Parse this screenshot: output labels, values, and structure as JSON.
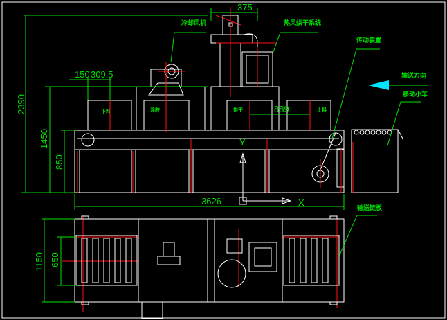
{
  "colors": {
    "background": "#000000",
    "outline": "#ffffff",
    "dimension": "#00e000",
    "centerline": "#ff1010",
    "arrow": "#00e5ff"
  },
  "labels": {
    "cooling_fan": "冷却风机",
    "hot_air_dryer": "热风烘干系统",
    "drive_unit": "传动装置",
    "conveying_direction": "输送方向",
    "moving_cart": "移动小车",
    "conveyor_plate": "输送链板",
    "station_unload": "下料",
    "station_glue": "涂胶",
    "station_dry": "烘干",
    "station_load": "上料",
    "axis_y": "Y",
    "axis_x": "X"
  },
  "dimensions": {
    "d375": "375",
    "d150": "150",
    "d309": "309.5",
    "d889": "889",
    "d2390": "2390",
    "d1450": "1450",
    "d850": "850",
    "d3626": "3626",
    "d1150": "1150",
    "d650": "650"
  }
}
